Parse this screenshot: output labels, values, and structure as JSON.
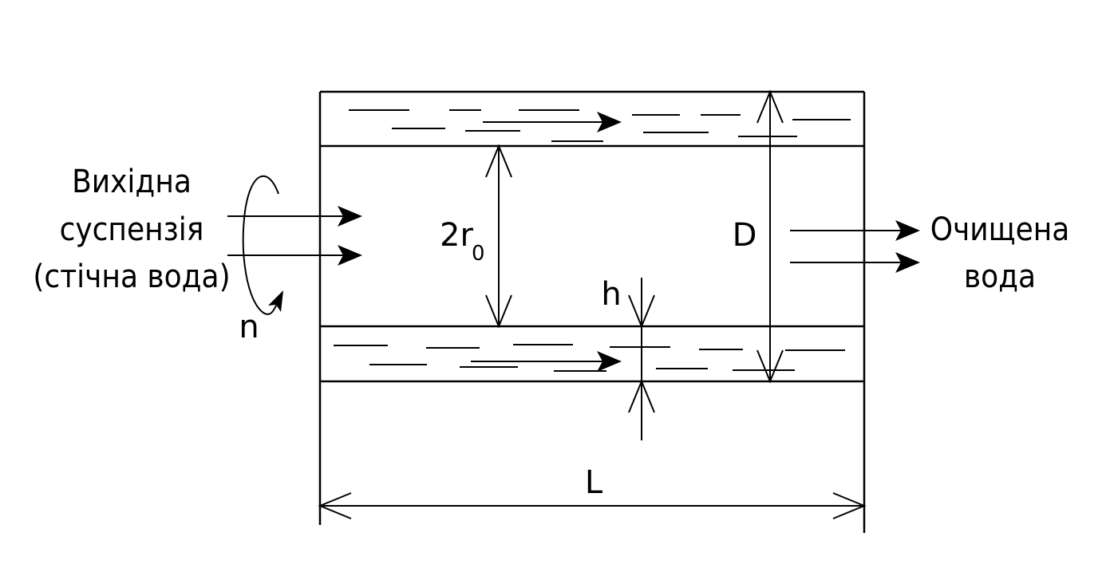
{
  "labels": {
    "inlet_line1": "Вихідна",
    "inlet_line2": "суспензія",
    "inlet_line3": "(стічна вода)",
    "outlet_line1": "Очищена",
    "outlet_line2": "вода",
    "rotation": "n",
    "radius_main": "2r",
    "radius_sub": "0",
    "diameter": "D",
    "layer_thickness": "h",
    "length": "L"
  }
}
